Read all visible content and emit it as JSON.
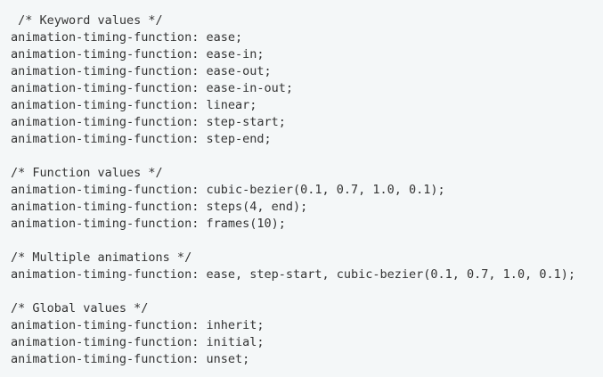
{
  "code": {
    "lines": [
      " /* Keyword values */",
      "animation-timing-function: ease;",
      "animation-timing-function: ease-in;",
      "animation-timing-function: ease-out;",
      "animation-timing-function: ease-in-out;",
      "animation-timing-function: linear;",
      "animation-timing-function: step-start;",
      "animation-timing-function: step-end;",
      "",
      "/* Function values */",
      "animation-timing-function: cubic-bezier(0.1, 0.7, 1.0, 0.1);",
      "animation-timing-function: steps(4, end);",
      "animation-timing-function: frames(10);",
      "",
      "/* Multiple animations */",
      "animation-timing-function: ease, step-start, cubic-bezier(0.1, 0.7, 1.0, 0.1);",
      "",
      "/* Global values */",
      "animation-timing-function: inherit;",
      "animation-timing-function: initial;",
      "animation-timing-function: unset;"
    ]
  },
  "colors": {
    "background": "#f4f7f8",
    "text": "#333333"
  }
}
